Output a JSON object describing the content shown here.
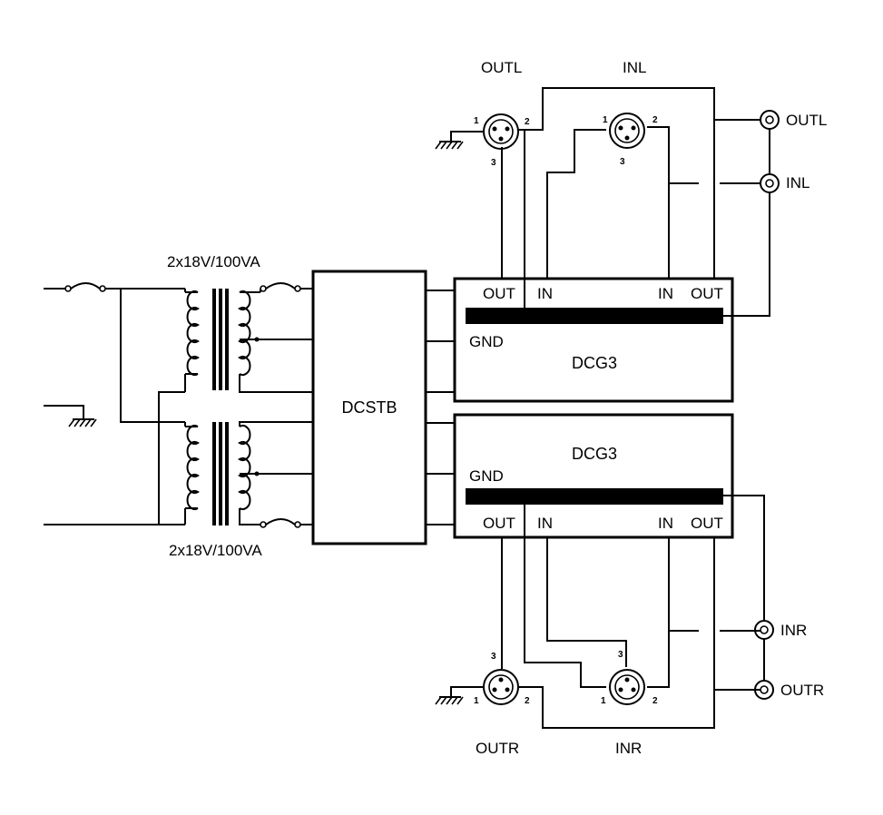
{
  "transformers": {
    "top_rating": "2x18V/100VA",
    "bottom_rating": "2x18V/100VA"
  },
  "blocks": {
    "supply": "DCSTB",
    "channel_top": "DCG3",
    "channel_bottom": "DCG3"
  },
  "channel_top_pins": {
    "out_left": "OUT",
    "in_left": "IN",
    "in_right": "IN",
    "out_right": "OUT",
    "gnd": "GND"
  },
  "channel_bottom_pins": {
    "out_left": "OUT",
    "in_left": "IN",
    "in_right": "IN",
    "out_right": "OUT",
    "gnd": "GND"
  },
  "connectors": {
    "xlr_out_left": "OUTL",
    "xlr_in_left": "INL",
    "rca_out_left": "OUTL",
    "rca_in_left": "INL",
    "xlr_out_right": "OUTR",
    "xlr_in_right": "INR",
    "rca_in_right": "INR",
    "rca_out_right": "OUTR"
  },
  "xlr_pins": {
    "p1": "1",
    "p2": "2",
    "p3": "3"
  }
}
